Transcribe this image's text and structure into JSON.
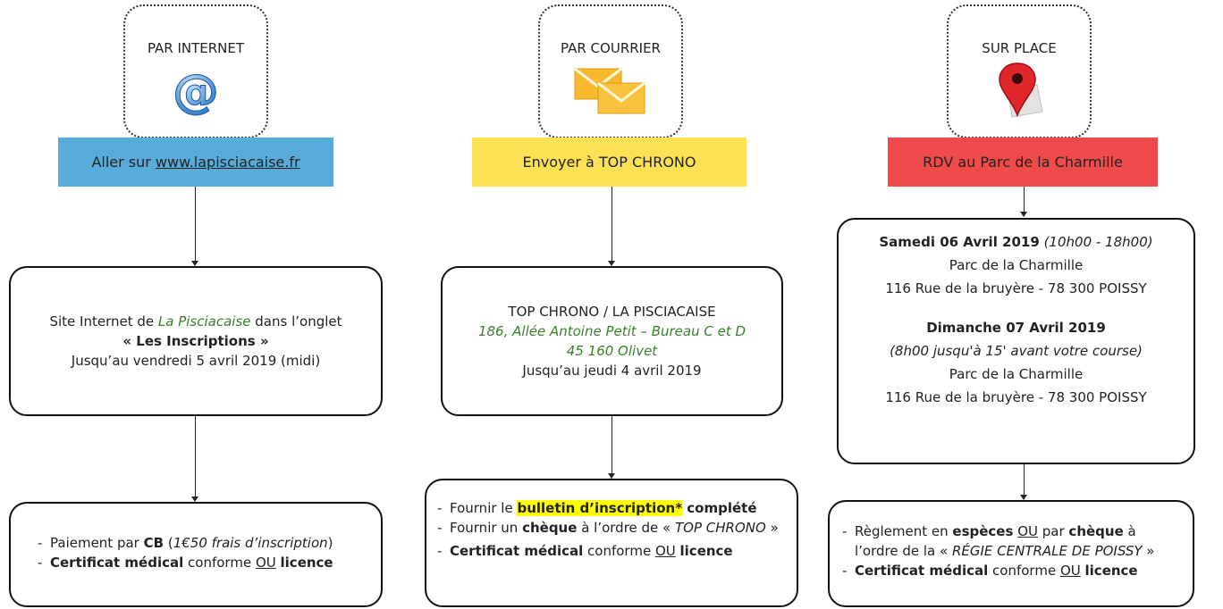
{
  "col1": {
    "head": "PAR INTERNET",
    "icon": "at-sign-icon",
    "band_prefix": "Aller sur ",
    "band_link": "www.lapisciacaise.fr",
    "mid_line1_pre": "Site Internet de ",
    "mid_line1_name": "La Pisciacaise",
    "mid_line1_post": " dans l’onglet",
    "mid_line2": "« Les Inscriptions »",
    "mid_line3": "Jusqu’au vendredi 5 avril 2019 (midi)",
    "b1_pre": "Paiement par ",
    "b1_cb": "CB",
    "b1_paren_open": " (",
    "b1_fee": "1€50 frais d’inscription",
    "b1_paren_close": ")",
    "b2_cert": "Certificat médical",
    "b2_mid": " conforme ",
    "b2_ou": "OU",
    "b2_lic": "licence"
  },
  "col2": {
    "head": "PAR COURRIER",
    "icon": "envelope-icon",
    "band": "Envoyer à TOP CHRONO",
    "mid_line1": "TOP CHRONO / LA PISCIACAISE",
    "mid_line2": "186, Allée Antoine Petit – Bureau C et D",
    "mid_line3": "45 160 Olivet",
    "mid_line4": "Jusqu’au jeudi 4 avril 2019",
    "b1_pre": "Fournir le ",
    "b1_hl": "bulletin d’inscription*",
    "b1_post": " complété",
    "b2_pre": "Fournir un ",
    "b2_cheque": "chèque",
    "b2_mid": " à l’ordre de « ",
    "b2_tc": "TOP CHRONO",
    "b2_end": " »",
    "b3_cert": "Certificat médical",
    "b3_mid": " conforme ",
    "b3_ou": "OU",
    "b3_lic": "licence"
  },
  "col3": {
    "head": "SUR PLACE",
    "icon": "map-pin-icon",
    "band": "RDV au Parc de la Charmille",
    "sat": "Samedi 06 Avril 2019",
    "sat_time": " (10h00 - 18h00)",
    "place1": "Parc de la Charmille",
    "addr1": "116 Rue de la bruyère - 78 300 POISSY",
    "sun": "Dimanche 07 Avril 2019",
    "sun_time": "(8h00 jusqu'à 15' avant votre course)",
    "place2": "Parc de la Charmille",
    "addr2": "116 Rue de la bruyère - 78 300 POISSY",
    "b1_pre": "Règlement en ",
    "b1_esp": "espèces",
    "b1_sp": " ",
    "b1_ou": "OU",
    "b1_par": " par ",
    "b1_cheque": "chèque",
    "b1_a": " à",
    "b1_l2_pre": "l’ordre de la « ",
    "b1_l2_name": "RÉGIE CENTRALE DE POISSY",
    "b1_l2_end": " »",
    "b2_cert": "Certificat médical",
    "b2_mid": " conforme ",
    "b2_ou": "OU",
    "b2_lic": "licence"
  },
  "colors": {
    "blue": "#58acd9",
    "yellow": "#fde155",
    "red": "#ef4b4b",
    "green": "#3a7f2c",
    "highlight": "#ffff00"
  }
}
